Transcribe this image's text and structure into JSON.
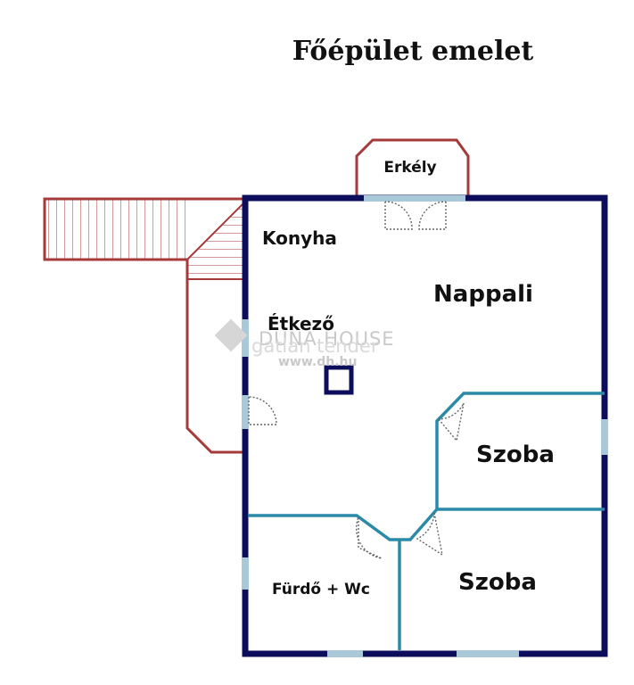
{
  "title": "Főépület emelet",
  "rooms": {
    "erkely": "Erkély",
    "konyha": "Konyha",
    "nappali": "Nappali",
    "etkezo": "Étkező",
    "szoba_1": "Szoba",
    "szoba_2": "Szoba",
    "furdo": "Fürdő + Wc"
  },
  "watermark": {
    "brand": "DUNA HOUSE",
    "sub": "gatlan tender",
    "url": "www.dh.hu"
  },
  "colors": {
    "outer_wall": "#0c0e5c",
    "inner_wall": "#2a8aa8",
    "terrace": "#a63a3a",
    "window": "#a9c9d9",
    "door": "#666666"
  }
}
